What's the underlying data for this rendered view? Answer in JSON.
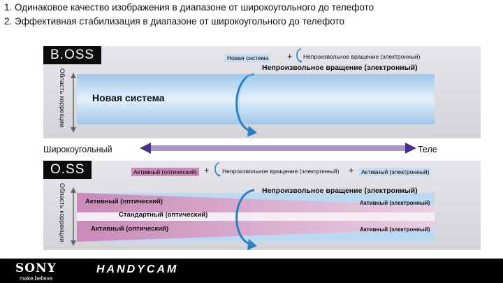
{
  "headings": [
    "1. Одинаковое качество изображения в диапазоне от широкоугольного до телефото",
    "2. Эффективная стабилизация в диапазоне от широкоугольного до телефото"
  ],
  "boss": {
    "tag": "B.OSS",
    "side_label": "Область коррекции",
    "legend_new": "Новая система",
    "legend_plus": "+",
    "legend_electronic": "Непроизвольное вращение (электронный)",
    "band_label_electronic": "Непроизвольное вращение (электронный)",
    "band_label_new": "Новая система"
  },
  "zoom_axis": {
    "left": "Широкоугольный",
    "right": "Теле"
  },
  "oss": {
    "tag": "O.SS",
    "side_label": "Область коррекции",
    "legend_active_optical": "Активный (оптический)",
    "legend_plus1": "+",
    "legend_electronic": "Непроизвольное вращение (электронный)",
    "legend_plus2": "+",
    "legend_active_electronic": "Активный (электронный)",
    "label_electronic": "Непроизвольное вращение (электронный)",
    "label_active_optical_top": "Активный (оптический)",
    "label_active_electronic_top": "Активный (электронный)",
    "label_standard_optical": "Стандартный (оптический)",
    "label_active_optical_bottom": "Активный (оптический)",
    "label_active_electronic_bottom": "Активный (электронный)"
  },
  "footer": {
    "brand": "SONY",
    "slogan": "make.believe",
    "product": "HANDYCAM"
  },
  "colors": {
    "band_blue": "#bcd9f2",
    "band_pink": "#c98ab8",
    "chip_blue": "#c7ddf2",
    "arrow_purple": "#4b2f8c",
    "swirl_blue": "#2b7fc4",
    "footer_black": "#000000"
  }
}
